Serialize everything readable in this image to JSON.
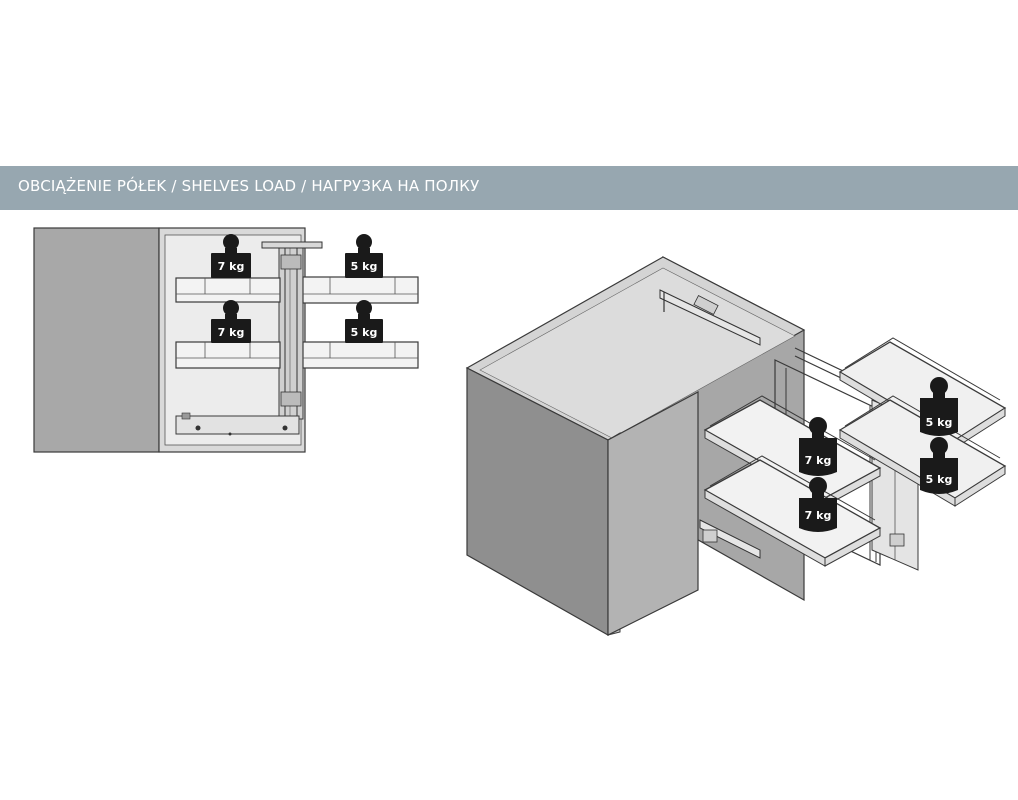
{
  "banner": {
    "title": "OBCIĄŻENIE PÓŁEK / SHELVES LOAD / НАГРУЗКА НА ПОЛКУ",
    "background": "#97a7b0"
  },
  "front_view": {
    "weights": [
      {
        "label": "7 kg"
      },
      {
        "label": "5 kg"
      },
      {
        "label": "7 kg"
      },
      {
        "label": "5 kg"
      }
    ]
  },
  "perspective_view": {
    "weights": [
      {
        "label": "5 kg"
      },
      {
        "label": "7 kg"
      },
      {
        "label": "5 kg"
      },
      {
        "label": "7 kg"
      }
    ]
  },
  "colors": {
    "panel_grey": "#a3a3a3",
    "panel_light": "#d2d2d2",
    "outline": "#3a3a3a",
    "weight": "#1a1a1a"
  }
}
